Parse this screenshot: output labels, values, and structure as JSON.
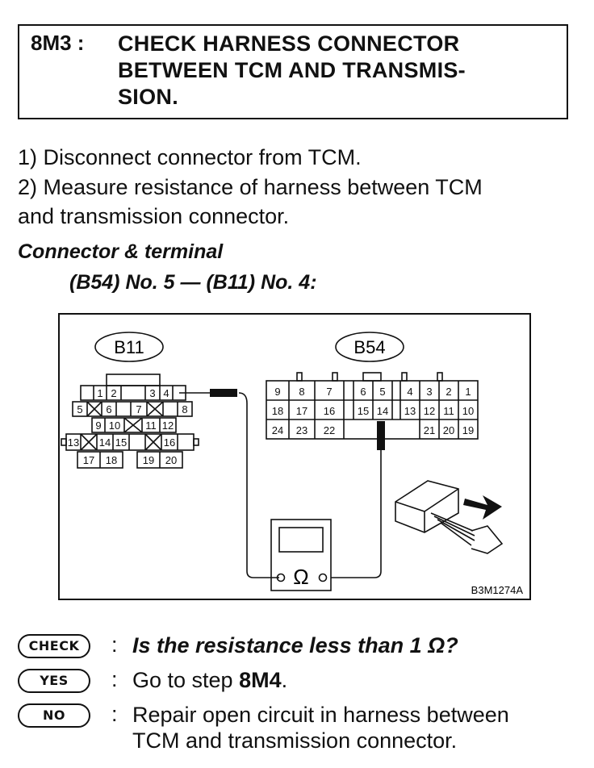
{
  "header": {
    "step_code": "8M3 :",
    "title_lines": [
      "CHECK HARNESS CONNECTOR",
      "BETWEEN TCM AND TRANSMIS-",
      "SION."
    ]
  },
  "instructions": [
    "1)  Disconnect connector from TCM.",
    "2)  Measure resistance of harness between TCM",
    "and transmission connector."
  ],
  "connector": {
    "heading": "Connector & terminal",
    "spec": "(B54) No. 5 — (B11) No. 4:"
  },
  "figure": {
    "b11_label": "B11",
    "b54_label": "B54",
    "meter_symbol": "Ω",
    "figure_code": "B3M1274A",
    "b11_terminals": [
      "1",
      "2",
      "3",
      "4",
      "5",
      "6",
      "7",
      "8",
      "9",
      "10",
      "11",
      "12",
      "13",
      "14",
      "15",
      "16",
      "17",
      "18",
      "19",
      "20"
    ],
    "b54_row1": [
      "9",
      "8",
      "7",
      "6",
      "5",
      "4",
      "3",
      "2",
      "1"
    ],
    "b54_row2": [
      "18",
      "17",
      "16",
      "15",
      "14",
      "13",
      "12",
      "11",
      "10"
    ],
    "b54_row3": [
      "24",
      "23",
      "22",
      "21",
      "20",
      "19"
    ]
  },
  "results": {
    "check_badge": "CHECK",
    "check_text": "Is the resistance less than 1 Ω?",
    "yes_badge": "YES",
    "yes_text_prefix": "Go to step ",
    "yes_step": "8M4",
    "yes_text_suffix": ".",
    "no_badge": "NO",
    "no_text_lines": [
      "Repair open circuit in harness between",
      "TCM and transmission connector."
    ]
  },
  "colors": {
    "ink": "#111111",
    "paper": "#ffffff"
  }
}
